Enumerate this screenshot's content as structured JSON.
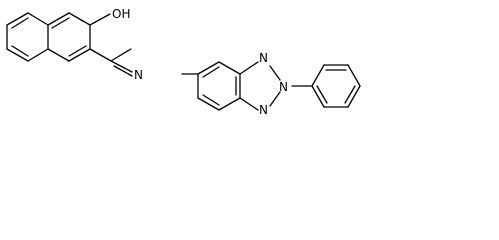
{
  "structure": {
    "atom_labels": {
      "hydroxyl": "OH",
      "imine_nitrogen": "N",
      "triazole_n1": "N",
      "triazole_n2": "N",
      "triazole_n3": "N"
    },
    "line_color": "#000000",
    "background_color": "#ffffff"
  }
}
